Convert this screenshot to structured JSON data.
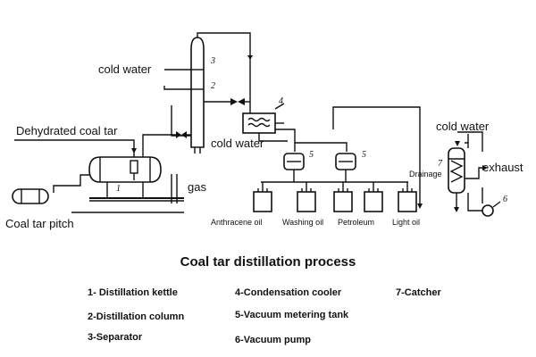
{
  "diagram": {
    "labels": {
      "cold_water_top": "cold water",
      "dehydrated": "Dehydrated coal tar",
      "cold_water_mid": "cold water",
      "gas": "gas",
      "coal_tar_pitch": "Coal tar pitch",
      "cold_water_right": "cold water",
      "exhaust": "exhaust",
      "drainage": "Drainage"
    },
    "products": [
      "Anthracene oil",
      "Washing oil",
      "Petroleum",
      "Light oil"
    ],
    "numbers": {
      "n1": "1",
      "n2": "2",
      "n3": "3",
      "n4": "4",
      "n5a": "5",
      "n5b": "5",
      "n6": "6",
      "n7": "7"
    }
  },
  "caption": {
    "title": "Coal tar distillation process",
    "legend": [
      "1- Distillation kettle",
      "2-Distillation column",
      "3-Separator",
      "4-Condensation cooler",
      "5-Vacuum metering tank",
      "6-Vacuum pump",
      "7-Catcher"
    ]
  }
}
